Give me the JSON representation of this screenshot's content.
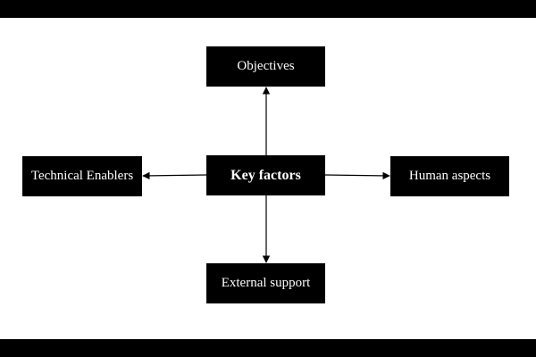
{
  "diagram": {
    "center": {
      "label": "Key factors"
    },
    "nodes": {
      "top": {
        "label": "Objectives"
      },
      "left": {
        "label": "Technical Enablers"
      },
      "right": {
        "label": "Human aspects"
      },
      "bottom": {
        "label": "External support"
      }
    },
    "edges": [
      {
        "from": "Key factors",
        "to": "Objectives"
      },
      {
        "from": "Key factors",
        "to": "Technical Enablers"
      },
      {
        "from": "Key factors",
        "to": "Human aspects"
      },
      {
        "from": "Key factors",
        "to": "External support"
      }
    ]
  },
  "colors": {
    "box_fill": "#000000",
    "box_text": "#ffffff",
    "background": "#ffffff",
    "arrow": "#000000",
    "letterbox_band": "#000000"
  }
}
